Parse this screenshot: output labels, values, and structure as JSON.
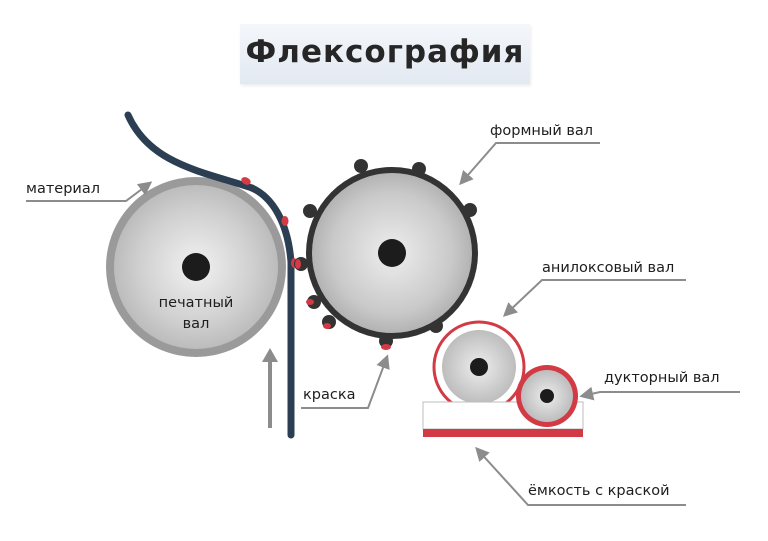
{
  "title": "Флексография",
  "labels": {
    "material": "материал",
    "form_roller": "формный вал",
    "impression_roller_line1": "печатный",
    "impression_roller_line2": "вал",
    "anilox_roller": "анилоксовый вал",
    "ink": "краска",
    "ductor_roller": "дукторный вал",
    "ink_tank": "ёмкость с краской"
  },
  "colors": {
    "web": "#2c3e52",
    "ink": "#d23a45",
    "arrow": "#8c8c8c",
    "roller_dark": "#3a3a3a",
    "roller_light": "#d9d9d9"
  }
}
